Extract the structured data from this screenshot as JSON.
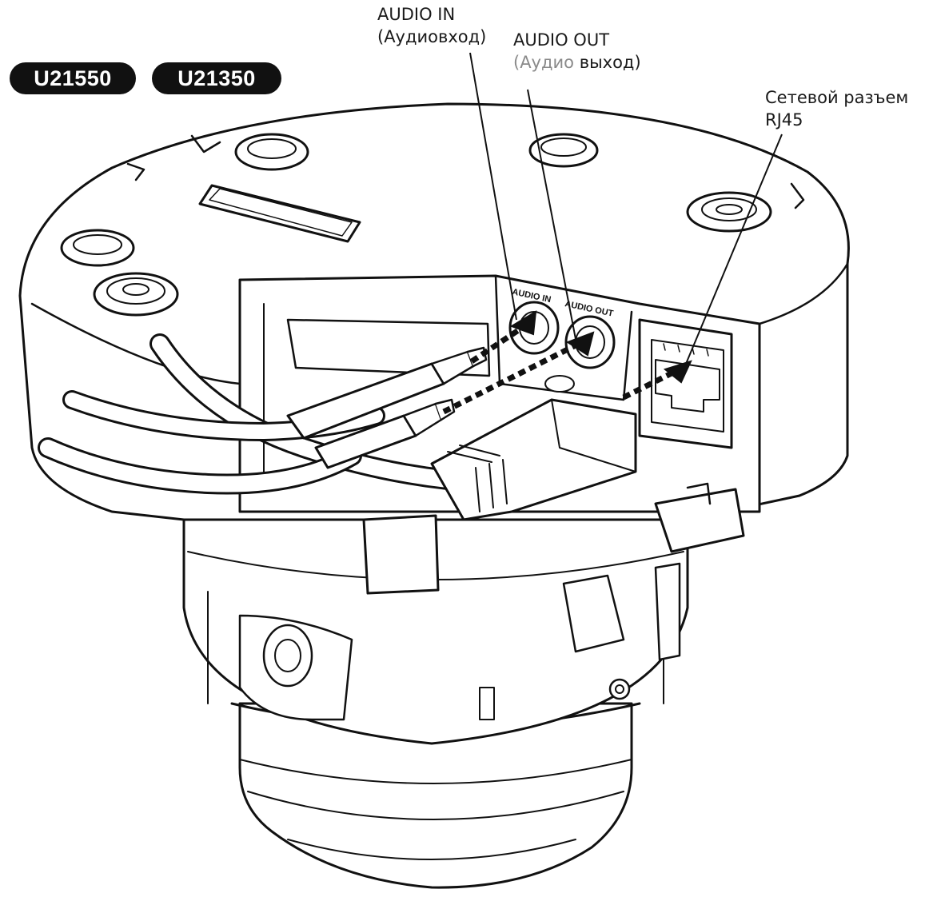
{
  "models": [
    {
      "label": "U21550"
    },
    {
      "label": "U21350"
    }
  ],
  "callouts": {
    "audio_in": {
      "line1": "AUDIO IN",
      "line2": "(Аудиовход)"
    },
    "audio_out": {
      "line1": "AUDIO OUT",
      "line2_gray": "(Аудио",
      "line2_rest": " выход)"
    },
    "network": {
      "line1": "Сетевой разъем",
      "line2": "RJ45"
    }
  },
  "port_labels": {
    "audio_in": "AUDIO IN",
    "audio_out": "AUDIO OUT"
  },
  "colors": {
    "ink": "#111111",
    "label_text": "#1a1a1a",
    "label_gray": "#8a8a8a",
    "badge_bg": "#111111",
    "badge_text": "#ffffff",
    "arrow": "#111111"
  }
}
